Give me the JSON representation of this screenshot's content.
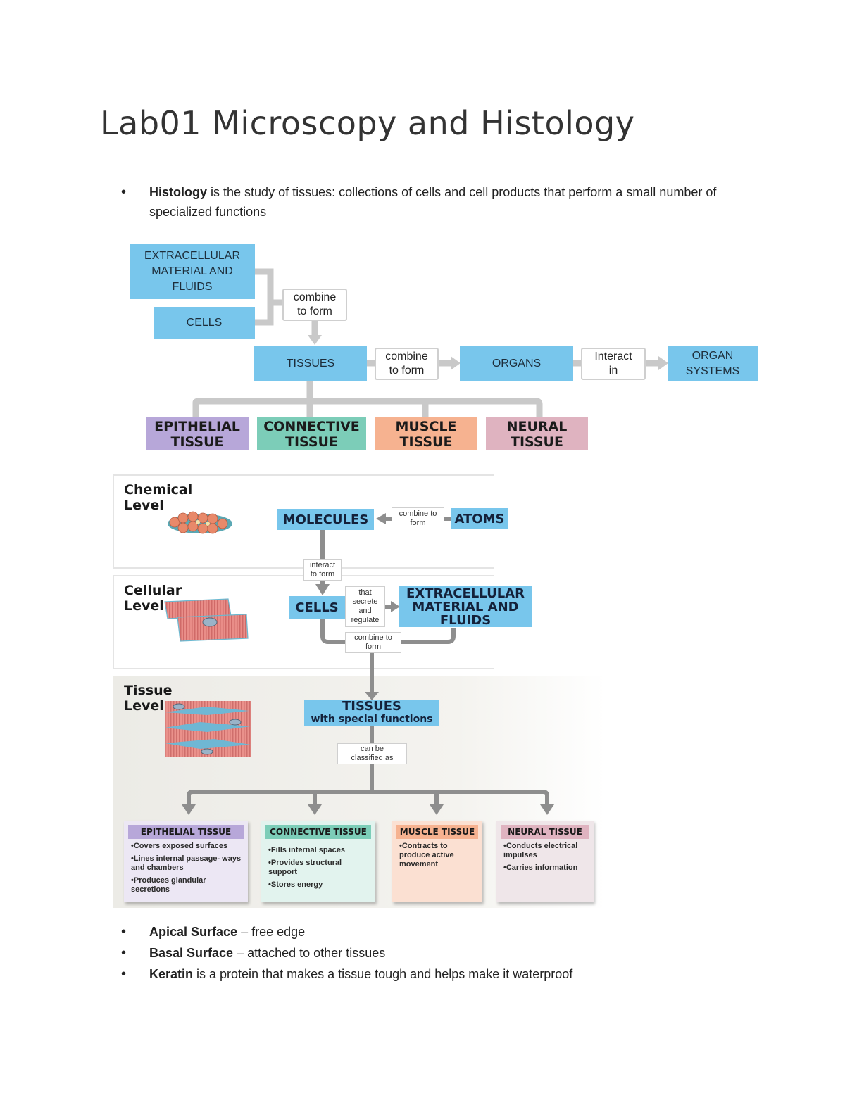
{
  "title": "Lab01 Microscopy and Histology",
  "intro_bullet": {
    "term": "Histology",
    "text": " is the study of tissues: collections of cells and cell products that perform a small number of specialized functions"
  },
  "diagram1": {
    "extracellular": "EXTRACELLULAR MATERIAL AND FLUIDS",
    "cells": "CELLS",
    "combine_to_form_1": "combine to form",
    "tissues": "TISSUES",
    "combine_to_form_2": "combine to form",
    "organs": "ORGANS",
    "interact_in": "Interact in",
    "organ_systems": "ORGAN SYSTEMS",
    "tissue_types": [
      {
        "label": "EPITHELIAL TISSUE",
        "color": "#b7a7d9"
      },
      {
        "label": "CONNECTIVE TISSUE",
        "color": "#7ccdb8"
      },
      {
        "label": "MUSCLE TISSUE",
        "color": "#f6b290"
      },
      {
        "label": "NEURAL TISSUE",
        "color": "#dfb3c0"
      }
    ]
  },
  "diagram2": {
    "chemical_level": "Chemical Level",
    "cellular_level": "Cellular Level",
    "tissue_level": "Tissue Level",
    "molecules": "MOLECULES",
    "combine_to": "combine to form",
    "atoms": "ATOMS",
    "interact_to_form": "interact to form",
    "cells": "CELLS",
    "that_secrete": "that secrete and regulate",
    "extracellular": "EXTRACELLULAR MATERIAL AND FLUIDS",
    "combine_to_form": "combine to form",
    "tissues_title": "TISSUES",
    "tissues_sub": "with special functions",
    "can_be_classified": "can be classified as",
    "cards": [
      {
        "title": "EPITHELIAL TISSUE",
        "color": "#b7a7d9",
        "bg": "#ece7f4",
        "items": [
          "Covers exposed surfaces",
          "Lines internal passage- ways and chambers",
          "Produces glandular secretions"
        ]
      },
      {
        "title": "CONNECTIVE TISSUE",
        "color": "#7ccdb8",
        "bg": "#e2f3ee",
        "items": [
          "Fills internal spaces",
          "Provides structural support",
          "Stores energy"
        ]
      },
      {
        "title": "MUSCLE TISSUE",
        "color": "#f6b290",
        "bg": "#fbe0d2",
        "items": [
          "Contracts to produce active movement"
        ]
      },
      {
        "title": "NEURAL TISSUE",
        "color": "#dfb3c0",
        "bg": "#efe6e9",
        "items": [
          "Conducts electrical impulses",
          "Carries information"
        ]
      }
    ]
  },
  "bottom_bullets": [
    {
      "term": "Apical Surface",
      "text": " – free edge"
    },
    {
      "term": "Basal Surface",
      "text": " – attached to other tissues"
    },
    {
      "term": "Keratin",
      "text": " is a protein that makes a tissue tough and helps make it waterproof"
    }
  ]
}
